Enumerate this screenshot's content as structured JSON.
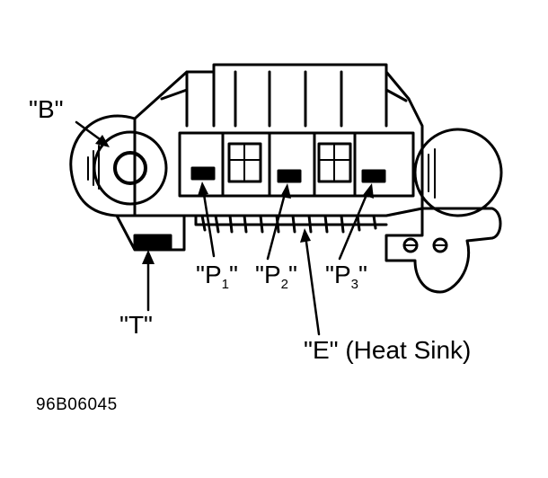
{
  "labels": {
    "b": "\"B\"",
    "t": "\"T\"",
    "p1_open": "\"P",
    "p1_sub": "1",
    "p2_open": "\"P",
    "p2_sub": "2",
    "p3_open": "\"P",
    "p3_sub": "3",
    "quote_close": "\"",
    "e": "\"E\" (Heat Sink)"
  },
  "figure_code": "96B06045",
  "colors": {
    "ink": "#000000",
    "paper": "#ffffff"
  }
}
